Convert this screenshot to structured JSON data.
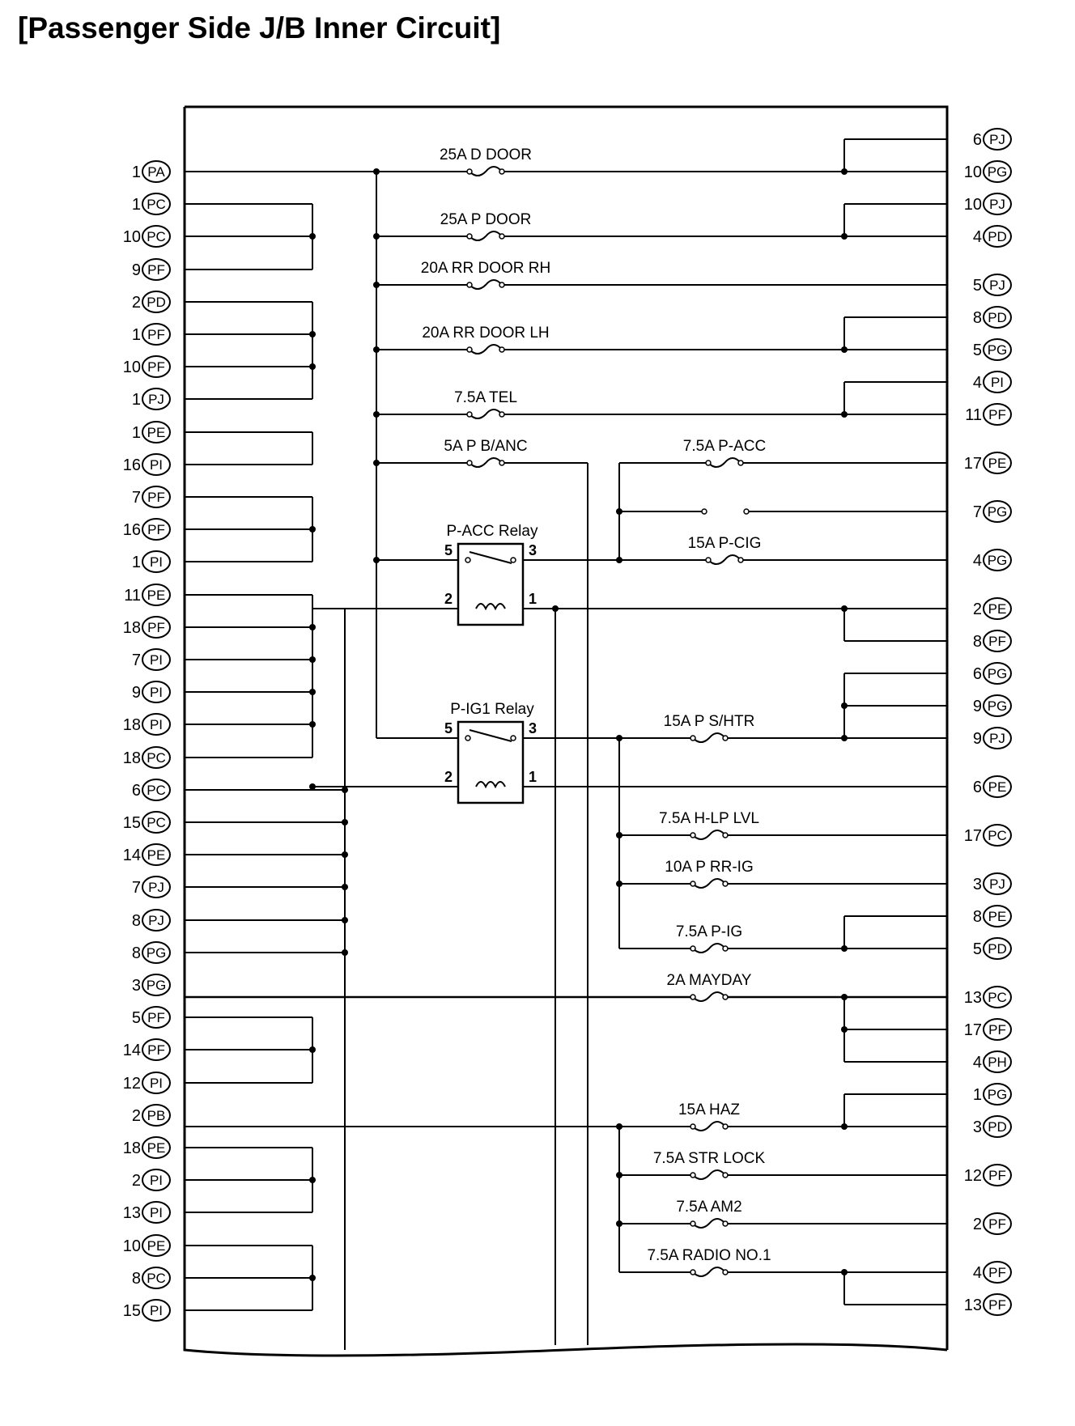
{
  "title": "[Passenger Side J/B Inner Circuit]",
  "colors": {
    "line": "#000000",
    "background": "#ffffff"
  },
  "left_connectors": [
    {
      "num": "1",
      "code": "PA"
    },
    {
      "num": "1",
      "code": "PC"
    },
    {
      "num": "10",
      "code": "PC"
    },
    {
      "num": "9",
      "code": "PF"
    },
    {
      "num": "2",
      "code": "PD"
    },
    {
      "num": "1",
      "code": "PF"
    },
    {
      "num": "10",
      "code": "PF"
    },
    {
      "num": "1",
      "code": "PJ"
    },
    {
      "num": "1",
      "code": "PE"
    },
    {
      "num": "16",
      "code": "PI"
    },
    {
      "num": "7",
      "code": "PF"
    },
    {
      "num": "16",
      "code": "PF"
    },
    {
      "num": "1",
      "code": "PI"
    },
    {
      "num": "11",
      "code": "PE"
    },
    {
      "num": "18",
      "code": "PF"
    },
    {
      "num": "7",
      "code": "PI"
    },
    {
      "num": "9",
      "code": "PI"
    },
    {
      "num": "18",
      "code": "PI"
    },
    {
      "num": "18",
      "code": "PC"
    },
    {
      "num": "6",
      "code": "PC"
    },
    {
      "num": "15",
      "code": "PC"
    },
    {
      "num": "14",
      "code": "PE"
    },
    {
      "num": "7",
      "code": "PJ"
    },
    {
      "num": "8",
      "code": "PJ"
    },
    {
      "num": "8",
      "code": "PG"
    },
    {
      "num": "3",
      "code": "PG"
    },
    {
      "num": "5",
      "code": "PF"
    },
    {
      "num": "14",
      "code": "PF"
    },
    {
      "num": "12",
      "code": "PI"
    },
    {
      "num": "2",
      "code": "PB"
    },
    {
      "num": "18",
      "code": "PE"
    },
    {
      "num": "2",
      "code": "PI"
    },
    {
      "num": "13",
      "code": "PI"
    },
    {
      "num": "10",
      "code": "PE"
    },
    {
      "num": "8",
      "code": "PC"
    },
    {
      "num": "15",
      "code": "PI"
    }
  ],
  "right_connectors": [
    {
      "num": "6",
      "code": "PJ"
    },
    {
      "num": "10",
      "code": "PG"
    },
    {
      "num": "10",
      "code": "PJ"
    },
    {
      "num": "4",
      "code": "PD"
    },
    {
      "num": "5",
      "code": "PJ"
    },
    {
      "num": "8",
      "code": "PD"
    },
    {
      "num": "5",
      "code": "PG"
    },
    {
      "num": "4",
      "code": "PI"
    },
    {
      "num": "11",
      "code": "PF"
    },
    {
      "num": "17",
      "code": "PE"
    },
    {
      "num": "7",
      "code": "PG"
    },
    {
      "num": "4",
      "code": "PG"
    },
    {
      "num": "2",
      "code": "PE"
    },
    {
      "num": "8",
      "code": "PF"
    },
    {
      "num": "6",
      "code": "PG"
    },
    {
      "num": "9",
      "code": "PG"
    },
    {
      "num": "9",
      "code": "PJ"
    },
    {
      "num": "6",
      "code": "PE"
    },
    {
      "num": "17",
      "code": "PC"
    },
    {
      "num": "3",
      "code": "PJ"
    },
    {
      "num": "8",
      "code": "PE"
    },
    {
      "num": "5",
      "code": "PD"
    },
    {
      "num": "13",
      "code": "PC"
    },
    {
      "num": "17",
      "code": "PF"
    },
    {
      "num": "4",
      "code": "PH"
    },
    {
      "num": "1",
      "code": "PG"
    },
    {
      "num": "3",
      "code": "PD"
    },
    {
      "num": "12",
      "code": "PF"
    },
    {
      "num": "2",
      "code": "PF"
    },
    {
      "num": "4",
      "code": "PF"
    },
    {
      "num": "13",
      "code": "PF"
    }
  ],
  "fuses": [
    {
      "label": "25A D DOOR"
    },
    {
      "label": "25A P DOOR"
    },
    {
      "label": "20A RR DOOR RH"
    },
    {
      "label": "20A RR DOOR LH"
    },
    {
      "label": "7.5A TEL"
    },
    {
      "label": "5A P B/ANC"
    },
    {
      "label": "7.5A P-ACC"
    },
    {
      "label": "15A P-CIG"
    },
    {
      "label": "15A P S/HTR"
    },
    {
      "label": "7.5A H-LP LVL"
    },
    {
      "label": "10A P RR-IG"
    },
    {
      "label": "7.5A P-IG"
    },
    {
      "label": "2A MAYDAY"
    },
    {
      "label": "15A HAZ"
    },
    {
      "label": "7.5A STR LOCK"
    },
    {
      "label": "7.5A AM2"
    },
    {
      "label": "7.5A RADIO NO.1"
    }
  ],
  "relays": [
    {
      "label": "P-ACC Relay",
      "pins": [
        "5",
        "3",
        "2",
        "1"
      ]
    },
    {
      "label": "P-IG1 Relay",
      "pins": [
        "5",
        "3",
        "2",
        "1"
      ]
    }
  ]
}
